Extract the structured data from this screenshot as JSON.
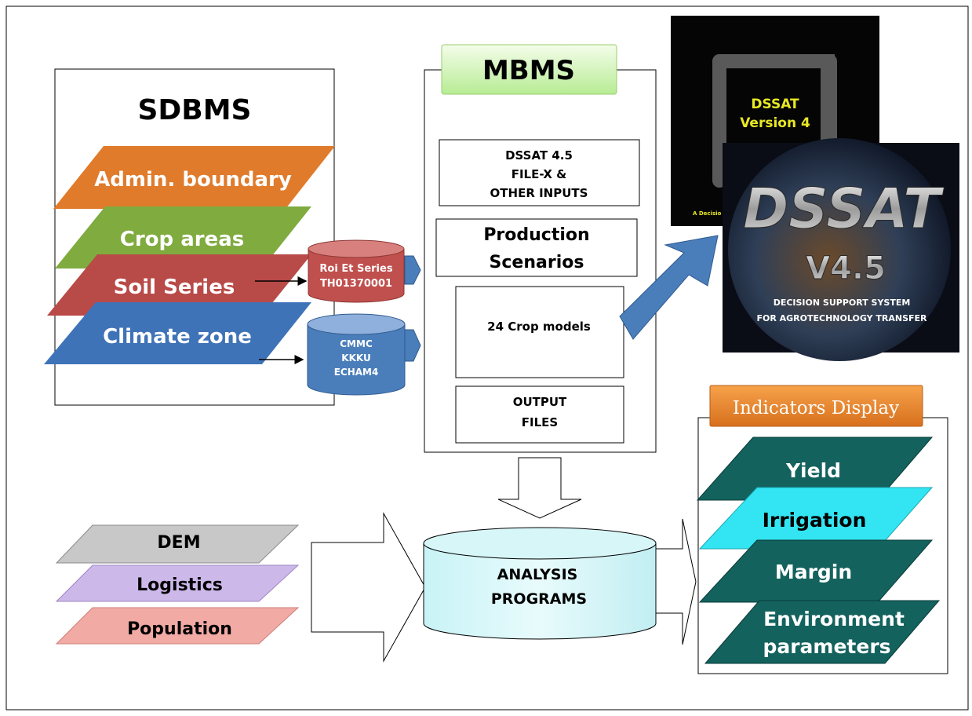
{
  "sdbms": {
    "title": "SDBMS",
    "layers": [
      {
        "label": "Admin. boundary",
        "color": "#e07b2c"
      },
      {
        "label": "Crop areas",
        "color": "#7fab3f"
      },
      {
        "label": "Soil Series",
        "color": "#b84a48"
      },
      {
        "label": "Climate zone",
        "color": "#3f73b8"
      }
    ],
    "soil_db": {
      "line1": "Roi Et Series",
      "line2": "TH01370001"
    },
    "climate_db": {
      "line1": "CMMC",
      "line2": "KKKU",
      "line3": "ECHAM4"
    }
  },
  "mbms": {
    "title": "MBMS",
    "box_inputs": {
      "line1": "DSSAT 4.5",
      "line2": "FILE-X &",
      "line3": "OTHER INPUTS"
    },
    "box_scenarios": {
      "line1": "Production",
      "line2": "Scenarios"
    },
    "box_models": "24 Crop models",
    "box_output": {
      "line1": "OUTPUT",
      "line2": "FILES"
    }
  },
  "dssat_v4": {
    "line1": "DSSAT",
    "line2": "Version 4",
    "footer": "A Decisio"
  },
  "dssat_v45": {
    "logo": "DSSAT",
    "version": "V4.5",
    "line1": "DECISION SUPPORT SYSTEM",
    "line2": "FOR AGROTECHNOLOGY TRANSFER"
  },
  "other_layers": [
    {
      "label": "DEM",
      "color": "#c8c8c8"
    },
    {
      "label": "Logistics",
      "color": "#cdb8ea"
    },
    {
      "label": "Population",
      "color": "#f2aaa5"
    }
  ],
  "analysis": {
    "line1": "ANALYSIS",
    "line2": "PROGRAMS"
  },
  "indicators": {
    "title": "Indicators Display",
    "items": [
      {
        "label": "Yield",
        "color": "#13625e"
      },
      {
        "label": "Irrigation",
        "color": "#33e5f2"
      },
      {
        "label": "Margin",
        "color": "#13625e"
      },
      {
        "label": "Environment",
        "label2": "parameters",
        "color": "#13625e"
      }
    ]
  }
}
